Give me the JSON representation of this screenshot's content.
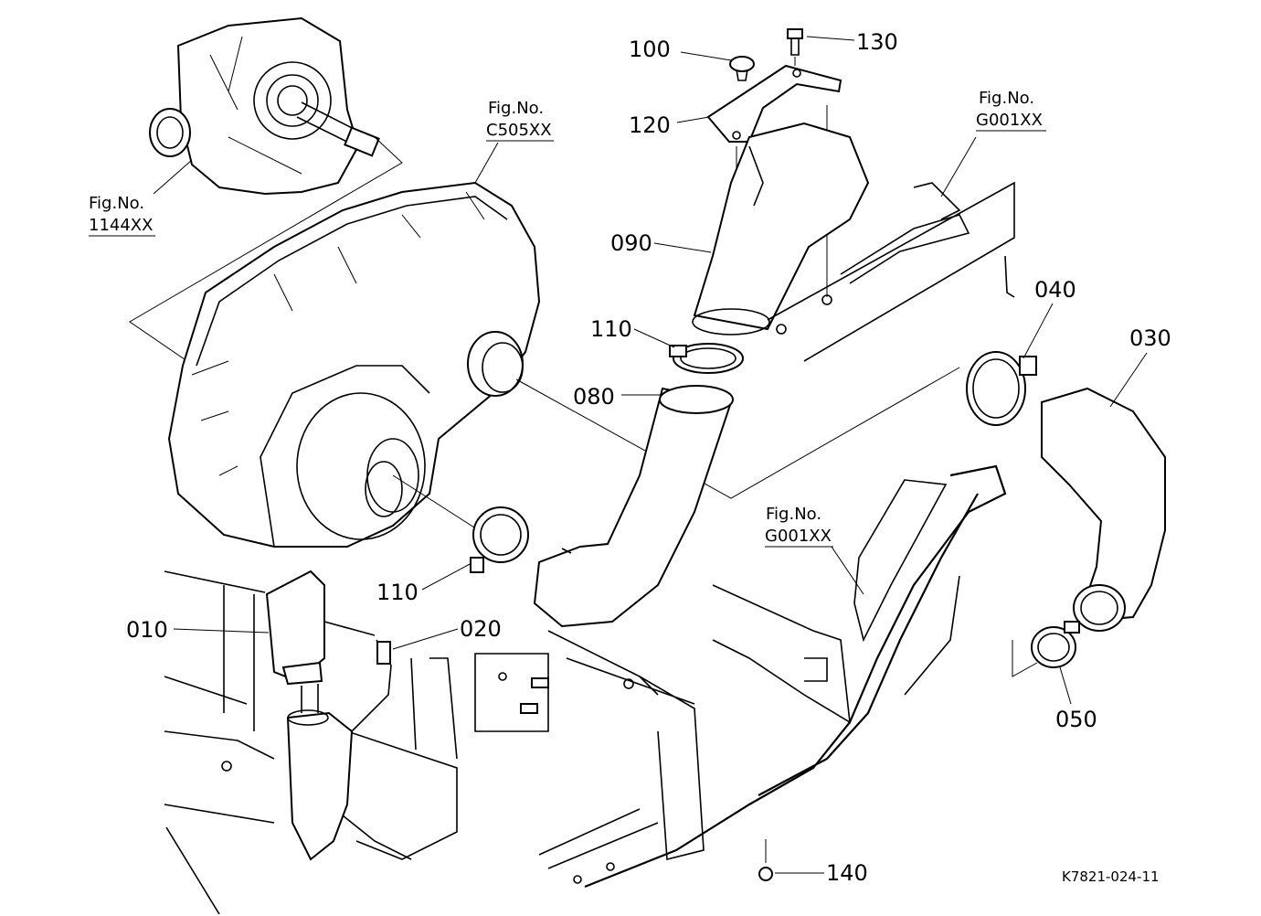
{
  "parts": {
    "p010": "010",
    "p020": "020",
    "p030": "030",
    "p040": "040",
    "p050": "050",
    "p080": "080",
    "p090": "090",
    "p100": "100",
    "p110a": "110",
    "p110b": "110",
    "p120": "120",
    "p130": "130",
    "p140": "140"
  },
  "figure_refs": [
    {
      "top": "Fig.No.",
      "code": "1144XX"
    },
    {
      "top": "Fig.No.",
      "code": "C505XX"
    },
    {
      "top": "Fig.No.",
      "code": "G001XX"
    },
    {
      "top": "Fig.No.",
      "code": "G001XX"
    }
  ],
  "drawing_code": "K7821-024-11"
}
